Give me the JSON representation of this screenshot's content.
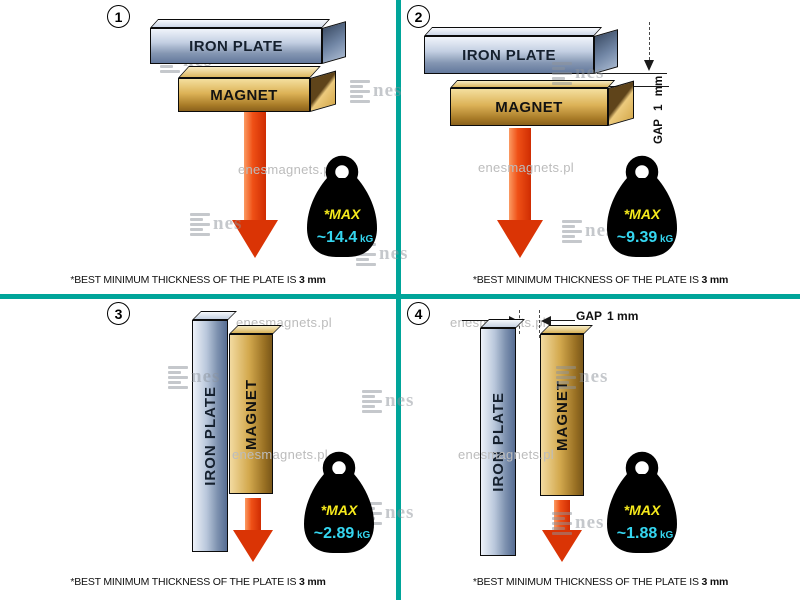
{
  "watermark": {
    "site_text": "enesmagnets.pl",
    "logo_text": "nes"
  },
  "caption": {
    "text": "*BEST MINIMUM THICKNESS OF THE PLATE IS",
    "bold": "3 mm"
  },
  "gap": {
    "label": "GAP",
    "value": "1 mm"
  },
  "colors": {
    "divider_teal": "#00a59a",
    "arrow_red": "#e23505",
    "iron_plate_blue": "#8da1bf",
    "magnet_gold": "#cfa54a",
    "weight_max_yellow": "#f6ea1c",
    "weight_value_cyan": "#35d6f0"
  },
  "panels": [
    {
      "number": "1",
      "plate_label": "IRON PLATE",
      "magnet_label": "MAGNET",
      "weight": {
        "max_label": "*MAX",
        "value": "~14.4",
        "unit": "kG"
      }
    },
    {
      "number": "2",
      "plate_label": "IRON PLATE",
      "magnet_label": "MAGNET",
      "weight": {
        "max_label": "*MAX",
        "value": "~9.39",
        "unit": "kG"
      }
    },
    {
      "number": "3",
      "plate_label": "IRON PLATE",
      "magnet_label": "MAGNET",
      "weight": {
        "max_label": "*MAX",
        "value": "~2.89",
        "unit": "kG"
      }
    },
    {
      "number": "4",
      "plate_label": "IRON PLATE",
      "magnet_label": "MAGNET",
      "weight": {
        "max_label": "*MAX",
        "value": "~1.88",
        "unit": "kG"
      }
    }
  ]
}
